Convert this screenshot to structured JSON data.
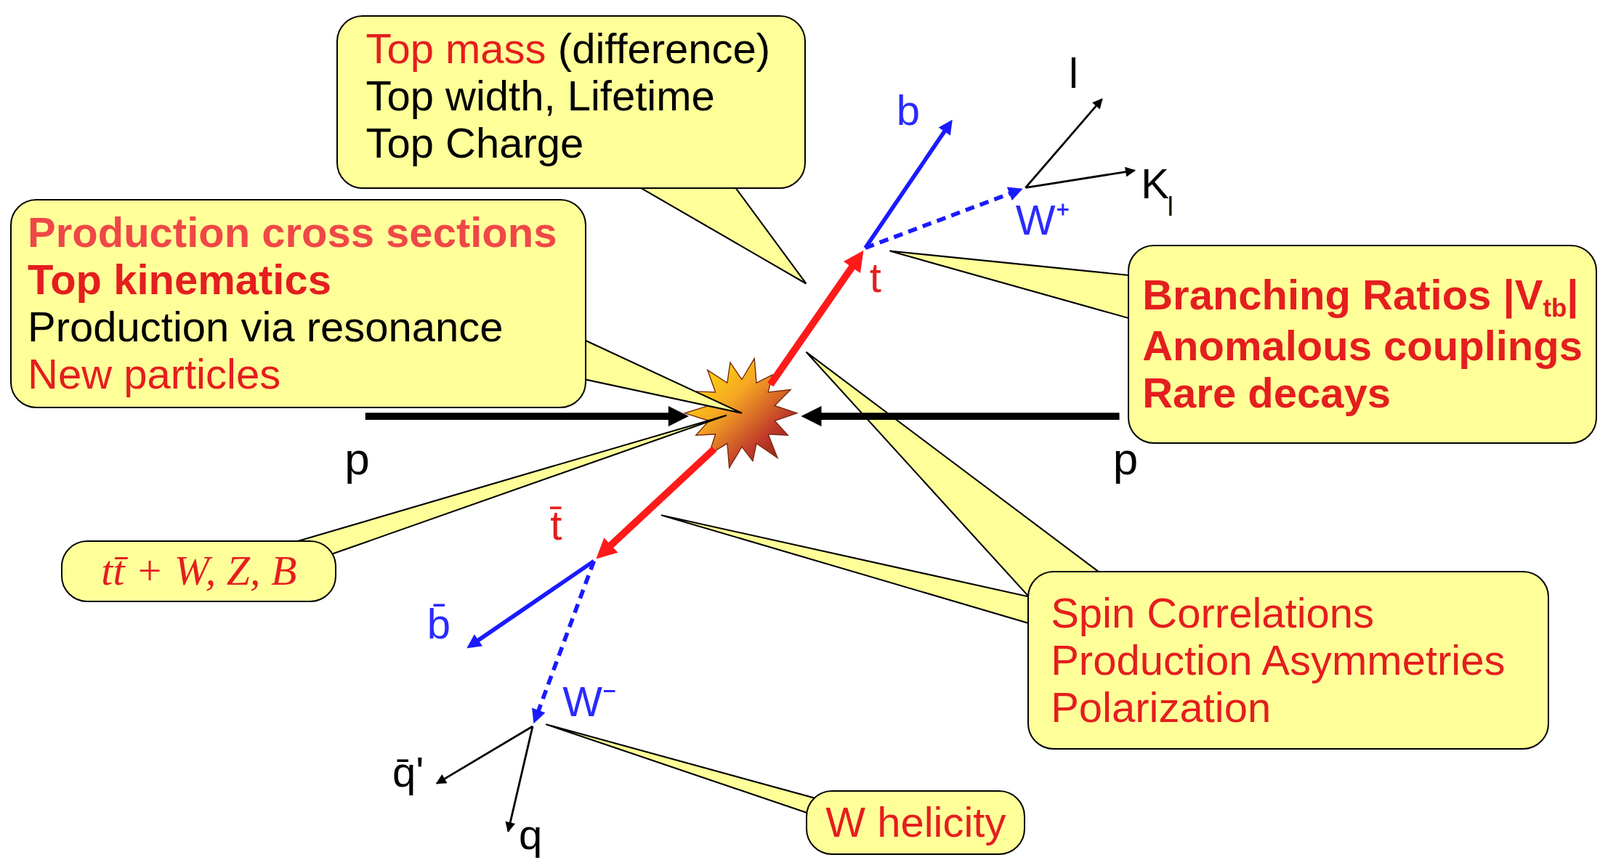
{
  "diagram": {
    "nodes": [
      {
        "text": [
          "Top mass",
          "(difference)",
          "Top width, Lifetime",
          "Top Charge"
        ]
      },
      {
        "text": [
          "Production cross sections",
          "Top kinematics",
          "Production via resonance",
          "New particles"
        ]
      },
      {
        "text": [
          "Branching Ratios |V",
          "tb",
          "|",
          "Anomalous couplings",
          "Rare decays"
        ]
      },
      {
        "text": [
          "tt̄ + W, Z, B"
        ]
      },
      {
        "text": [
          "Spin Correlations",
          "Production Asymmetries",
          "Polarization"
        ]
      },
      {
        "text": [
          "W helicity"
        ]
      }
    ],
    "labels": [
      "l",
      "b",
      "K",
      "l",
      "W⁺",
      "t",
      "p",
      "p",
      "t̄",
      "b̄",
      "W⁻",
      "q̄'",
      "q"
    ]
  }
}
